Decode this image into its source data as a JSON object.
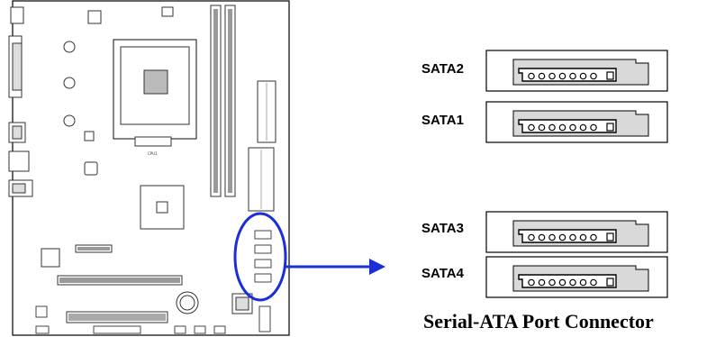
{
  "ports": [
    {
      "label": "SATA2"
    },
    {
      "label": "SATA1"
    },
    {
      "label": "SATA3"
    },
    {
      "label": "SATA4"
    }
  ],
  "caption": "Serial-ATA Port Connector",
  "colors": {
    "callout": "#1a2fd6",
    "connector_fill": "#d9d9d9",
    "line": "#000000"
  }
}
